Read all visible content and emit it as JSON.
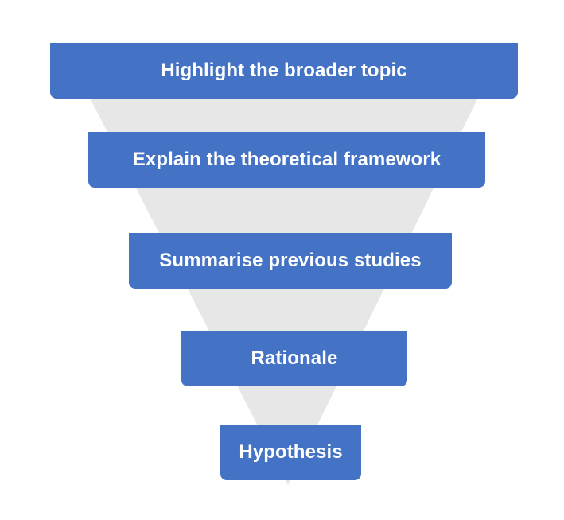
{
  "colors": {
    "stage_fill": "#4472C4",
    "funnel_fill": "#E8E7E8",
    "text": "#FFFFFF"
  },
  "stages": [
    {
      "label": "Highlight the broader topic"
    },
    {
      "label": "Explain the theoretical framework"
    },
    {
      "label": "Summarise previous studies"
    },
    {
      "label": "Rationale"
    },
    {
      "label": "Hypothesis"
    }
  ]
}
